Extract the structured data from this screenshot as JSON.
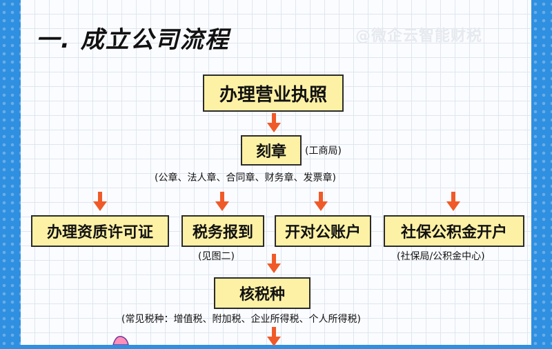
{
  "title": "一. 成立公司流程",
  "watermark": "@微企云智能财税",
  "colors": {
    "background": "#2f8fe0",
    "box_fill": "#fdf1a5",
    "arrow": "#f05a28"
  },
  "steps": {
    "business_license": "办理营业执照",
    "seal": "刻章",
    "seal_agency": "(工商局)",
    "seal_types": "(公章、法人章、合同章、财务章、发票章)",
    "qualification": "办理资质许可证",
    "tax_registration": "税务报到",
    "tax_note": "(见图二)",
    "bank_account": "开对公账户",
    "social_security": "社保公积金开户",
    "social_note": "(社保局/公积金中心)",
    "tax_type": "核税种",
    "tax_type_note": "(常见税种：增值税、附加税、企业所得税、个人所得税)"
  }
}
